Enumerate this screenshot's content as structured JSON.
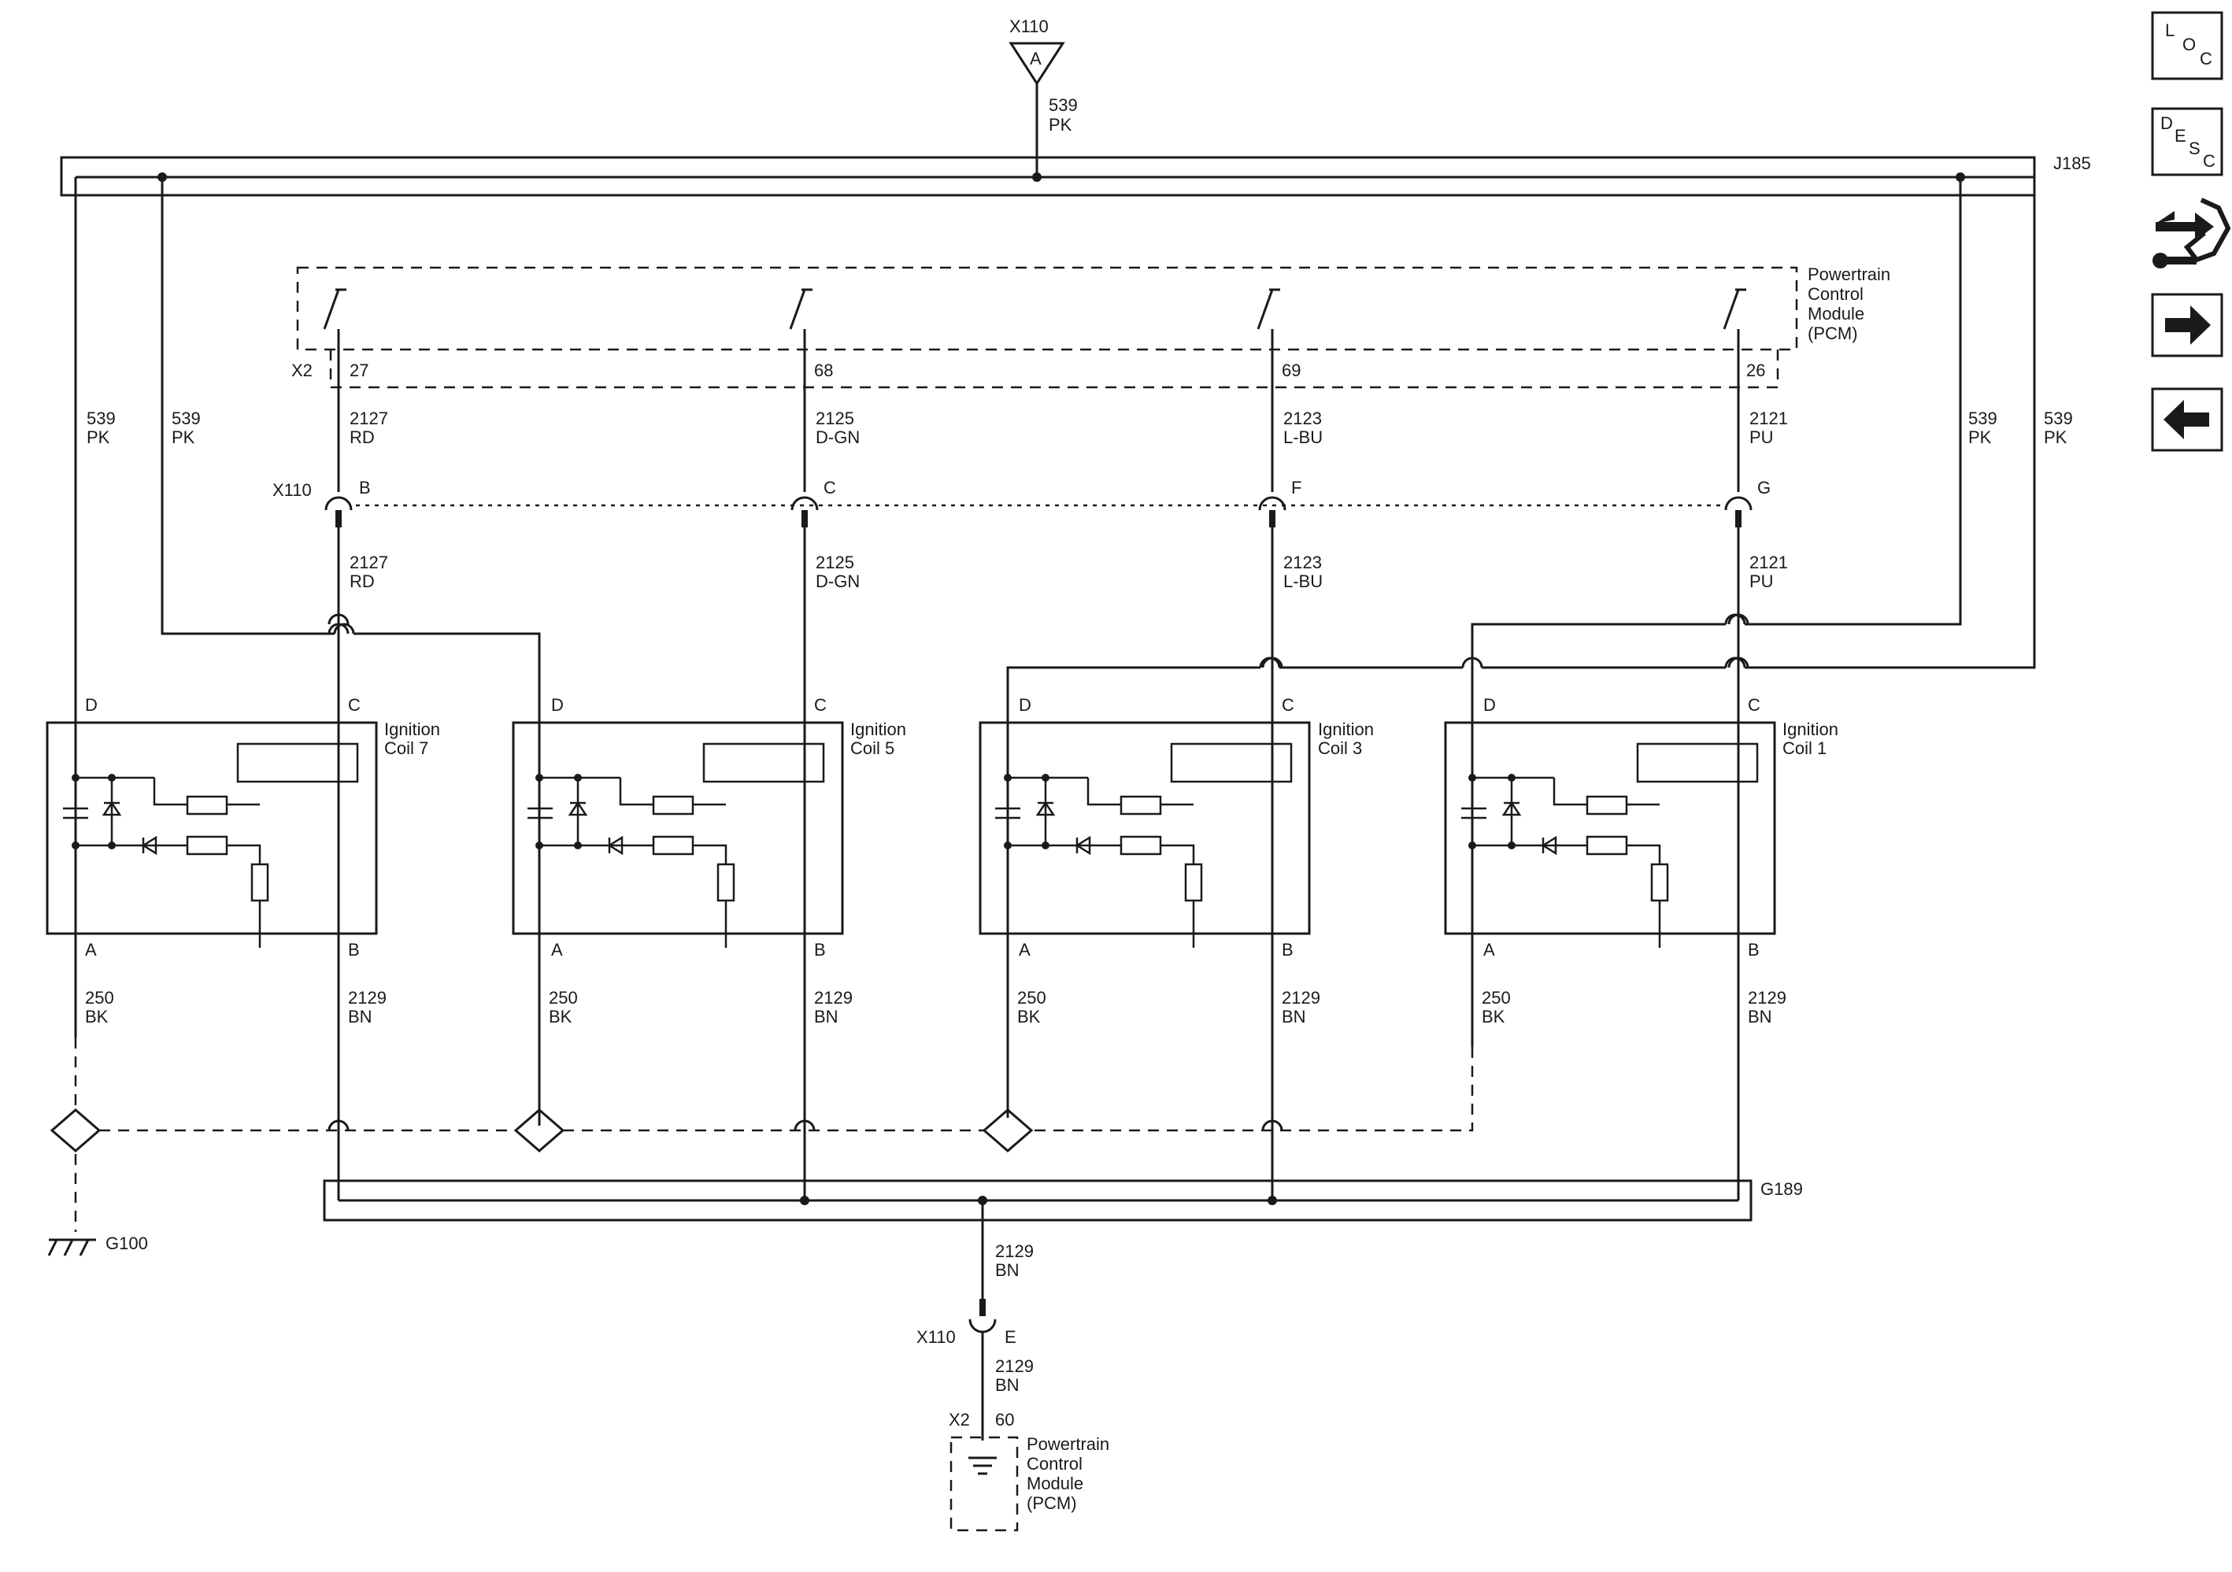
{
  "top_connector": {
    "id": "X110",
    "pin": "A",
    "wire": "539",
    "color": "PK"
  },
  "splice_top": "J185",
  "splice_bottom": "G189",
  "pcm": {
    "name": [
      "Powertrain",
      "Control",
      "Module",
      "(PCM)"
    ],
    "connector": "X2"
  },
  "inline_connector": "X110",
  "supply_wires": {
    "circuit": "539",
    "color": "PK"
  },
  "channels": [
    {
      "pin": "27",
      "wire": "2127",
      "color": "RD",
      "x110_pin": "B"
    },
    {
      "pin": "68",
      "wire": "2125",
      "color": "D-GN",
      "x110_pin": "C"
    },
    {
      "pin": "69",
      "wire": "2123",
      "color": "L-BU",
      "x110_pin": "F"
    },
    {
      "pin": "26",
      "wire": "2121",
      "color": "PU",
      "x110_pin": "G"
    }
  ],
  "coils": [
    {
      "name": [
        "Ignition",
        "Coil 7"
      ],
      "pin_d": "D",
      "pin_c": "C",
      "pin_a": "A",
      "pin_b": "B",
      "ground_wire": "250",
      "ground_color": "BK",
      "return_wire": "2129",
      "return_color": "BN"
    },
    {
      "name": [
        "Ignition",
        "Coil 5"
      ],
      "pin_d": "D",
      "pin_c": "C",
      "pin_a": "A",
      "pin_b": "B",
      "ground_wire": "250",
      "ground_color": "BK",
      "return_wire": "2129",
      "return_color": "BN"
    },
    {
      "name": [
        "Ignition",
        "Coil 3"
      ],
      "pin_d": "D",
      "pin_c": "C",
      "pin_a": "A",
      "pin_b": "B",
      "ground_wire": "250",
      "ground_color": "BK",
      "return_wire": "2129",
      "return_color": "BN"
    },
    {
      "name": [
        "Ignition",
        "Coil 1"
      ],
      "pin_d": "D",
      "pin_c": "C",
      "pin_a": "A",
      "pin_b": "B",
      "ground_wire": "250",
      "ground_color": "BK",
      "return_wire": "2129",
      "return_color": "BN"
    }
  ],
  "ground": {
    "id": "G100"
  },
  "bottom": {
    "wire": "2129",
    "color": "BN",
    "connector": "X110",
    "pin": "E",
    "pcm_connector": "X2",
    "pcm_pin": "60",
    "pcm_name": [
      "Powertrain",
      "Control",
      "Module",
      "(PCM)"
    ]
  },
  "nav": [
    {
      "name": "loc",
      "glyph": [
        "L",
        "O",
        "C"
      ]
    },
    {
      "name": "desc",
      "glyph": [
        "D",
        "E",
        "S",
        "C"
      ]
    },
    {
      "name": "connector-view",
      "glyph": []
    },
    {
      "name": "next",
      "glyph": []
    },
    {
      "name": "previous",
      "glyph": []
    }
  ]
}
